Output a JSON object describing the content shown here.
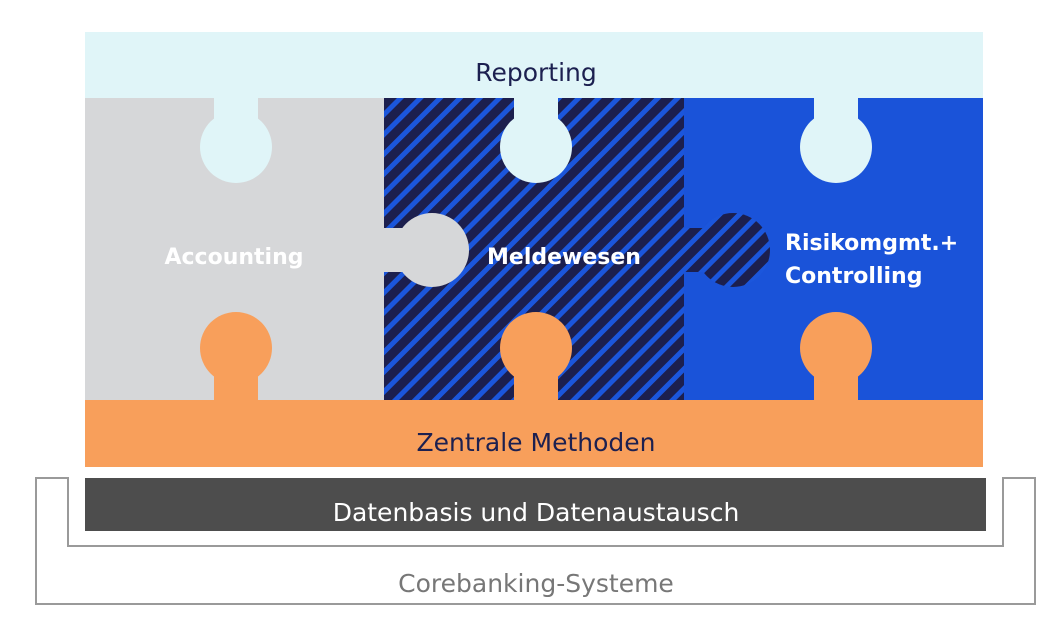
{
  "layers": {
    "reporting": "Reporting",
    "zentrale_methoden": "Zentrale Methoden",
    "datenbasis": "Datenbasis und Datenaustausch",
    "corebanking": "Corebanking-Systeme"
  },
  "pieces": {
    "accounting": "Accounting",
    "meldewesen": "Meldewesen",
    "risiko_line1": "Risikomgmt.+",
    "risiko_line2": "Controlling"
  },
  "colors": {
    "reporting": "#e0f5f8",
    "accounting": "#d6d7d9",
    "meldewesen_dark": "#1c1f4e",
    "meldewesen_stripe": "#1b56dc",
    "risiko": "#1a53d9",
    "zentrale": "#f89f5b",
    "datenbasis": "#4d4d4d",
    "corebanking_line": "#9a9a9a"
  }
}
